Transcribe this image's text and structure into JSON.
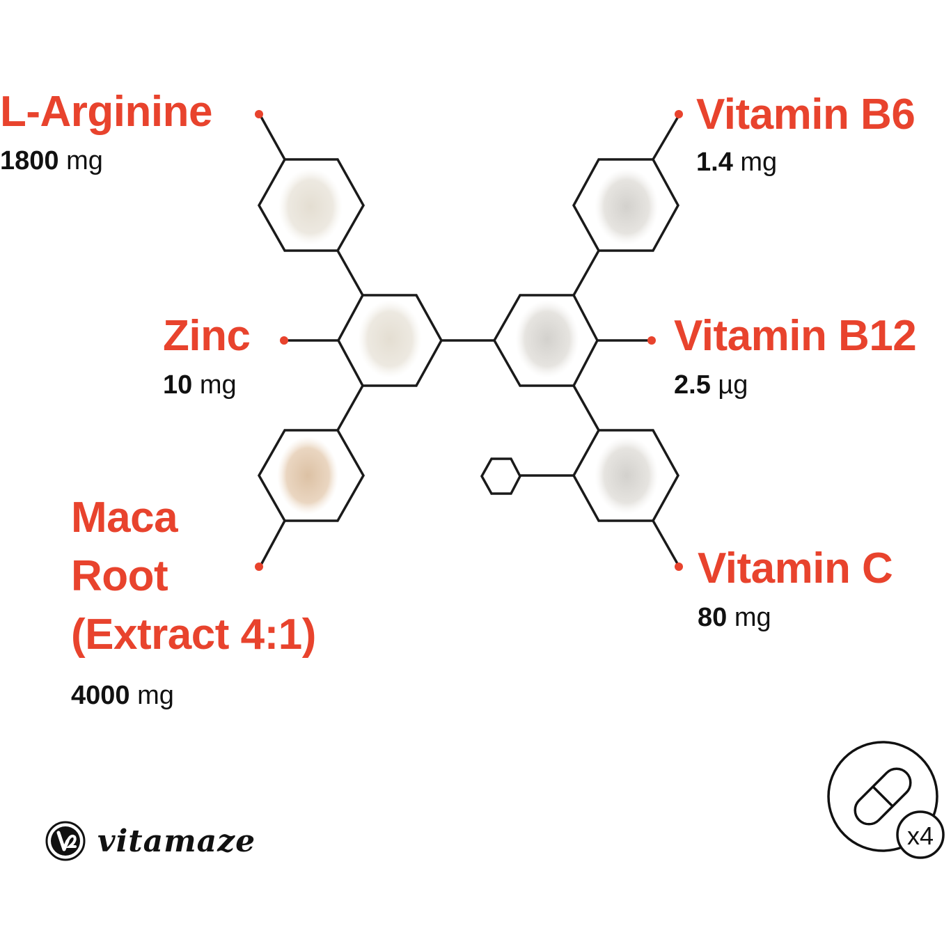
{
  "colors": {
    "accent": "#e8432d",
    "text": "#111111",
    "line": "#1a1a1a",
    "powder_white": "#ece7dd",
    "powder_grey": "#dcdad6",
    "powder_maca": "#e6cdb2"
  },
  "ingredients": [
    {
      "id": "l-arginine",
      "name": "L-Arginine",
      "amount_value": "1800",
      "amount_unit": "mg",
      "powder": "white"
    },
    {
      "id": "zinc",
      "name": "Zinc",
      "amount_value": "10",
      "amount_unit": "mg",
      "powder": "white"
    },
    {
      "id": "maca-root",
      "name_lines": [
        "Maca",
        "Root",
        "(Extract 4:1)"
      ],
      "amount_value": "4000",
      "amount_unit": "mg",
      "powder": "maca"
    },
    {
      "id": "vitamin-b6",
      "name": "Vitamin B6",
      "amount_value": "1.4",
      "amount_unit": "mg",
      "powder": "grey"
    },
    {
      "id": "vitamin-b12",
      "name": "Vitamin B12",
      "amount_value": "2.5",
      "amount_unit": "µg",
      "powder": "grey"
    },
    {
      "id": "vitamin-c",
      "name": "Vitamin C",
      "amount_value": "80",
      "amount_unit": "mg",
      "powder": "grey"
    }
  ],
  "brand": {
    "name": "vitamaze",
    "icon": "vitamaze-logo-icon"
  },
  "dosage": {
    "icon": "capsule-icon",
    "badge": "x4"
  }
}
